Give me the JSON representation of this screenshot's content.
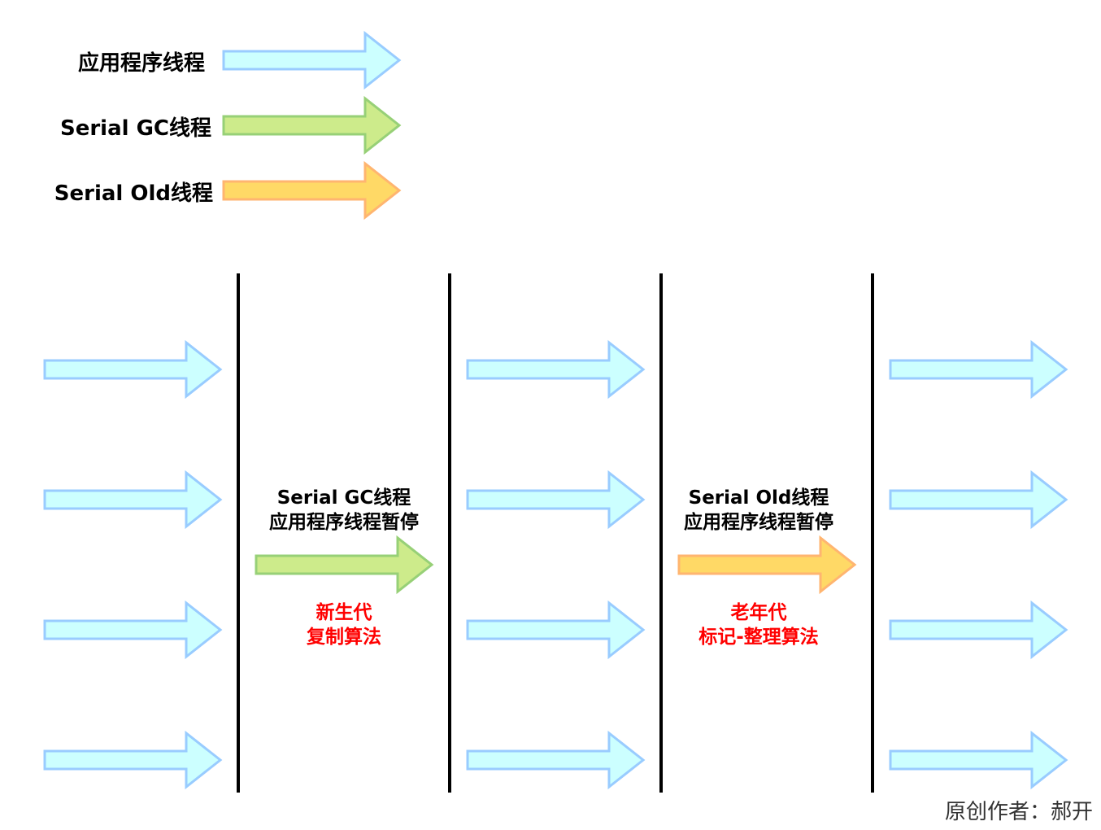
{
  "legend": [
    {
      "label": "应用程序线程",
      "kind": "app"
    },
    {
      "label": "Serial GC线程",
      "kind": "gc"
    },
    {
      "label": "Serial Old线程",
      "kind": "old"
    }
  ],
  "phases": [
    {
      "title_line1": "Serial GC线程",
      "title_line2": "应用程序线程暂停",
      "algo_line1": "新生代",
      "algo_line2": "复制算法",
      "kind": "gc"
    },
    {
      "title_line1": "Serial Old线程",
      "title_line2": "应用程序线程暂停",
      "algo_line1": "老年代",
      "algo_line2": "标记-整理算法",
      "kind": "old"
    }
  ],
  "app_thread_count": 4,
  "credit": "原创作者：郝开",
  "colors": {
    "app_fill": "#ccffff",
    "app_stroke": "#99ccff",
    "gc_fill": "#cdeb8b",
    "gc_stroke": "#97d077",
    "old_fill": "#ffd966",
    "old_stroke": "#ffb570",
    "divider": "#000000",
    "algo_text": "#ff0000"
  }
}
